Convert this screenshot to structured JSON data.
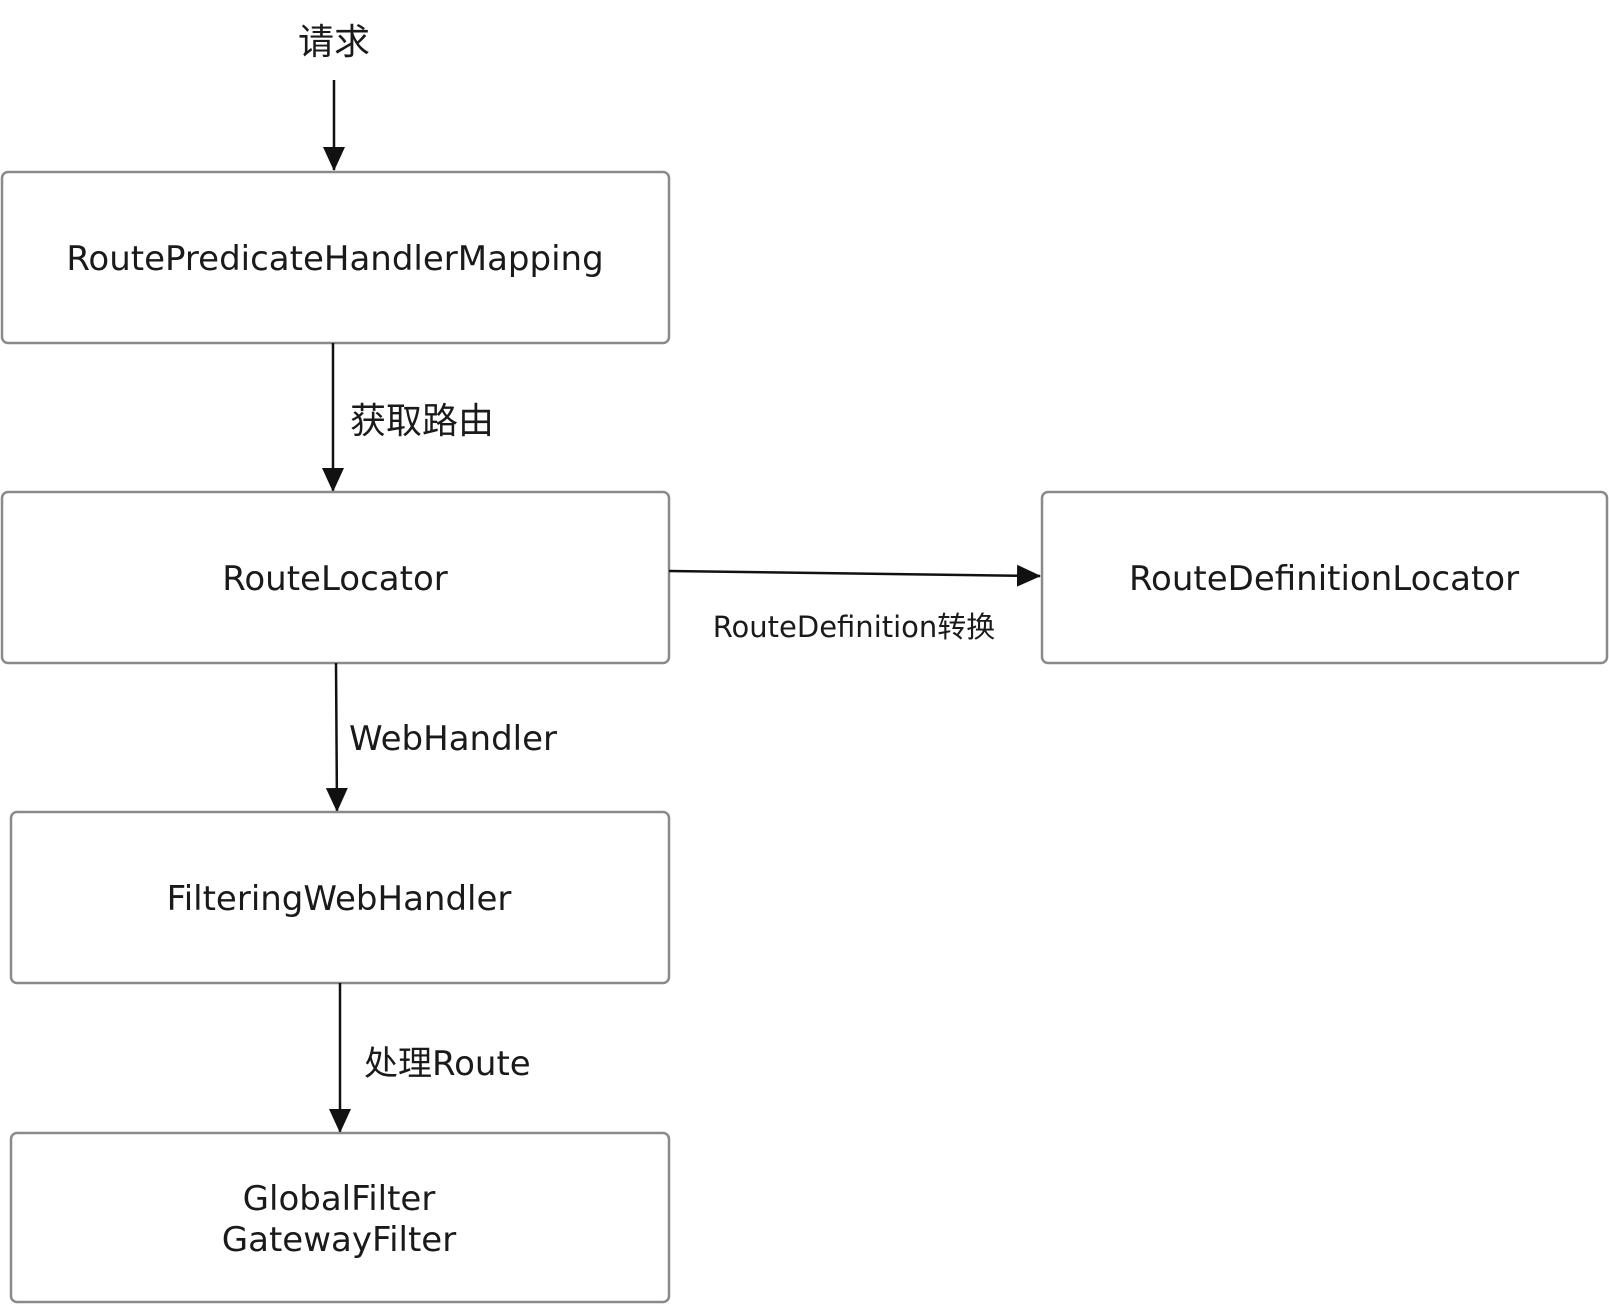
{
  "start_label": "请求",
  "nodes": {
    "route_predicate_handler_mapping": "RoutePredicateHandlerMapping",
    "route_locator": "RouteLocator",
    "route_definition_locator": "RouteDefinitionLocator",
    "filtering_web_handler": "FilteringWebHandler",
    "filters": [
      "GlobalFilter",
      "GatewayFilter"
    ]
  },
  "edges": {
    "mapping_to_locator": "获取路由",
    "locator_to_definition": "RouteDefinition转换",
    "locator_to_handler": "WebHandler",
    "handler_to_filters": "处理Route"
  },
  "colors": {
    "box_border": "#8a8a8a",
    "arrow": "#111111",
    "text": "#1a1a1a"
  }
}
